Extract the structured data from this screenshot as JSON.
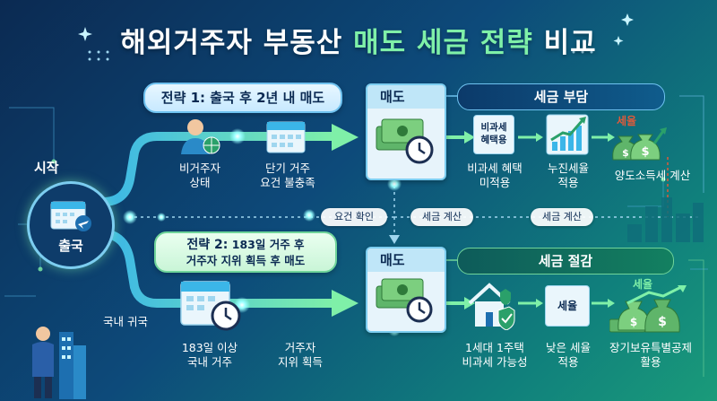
{
  "title": {
    "part1": "해외거주자 부동산",
    "part2": "매도 세금 전략",
    "part3": "비교"
  },
  "start": {
    "label": "시작",
    "depart": "출국"
  },
  "return_label": "국내 귀국",
  "strategy1": {
    "pill": "전략 1: 출국 후 2년 내 매도",
    "step1": {
      "line1": "비거주자",
      "line2": "상태"
    },
    "step2": {
      "line1": "단기 거주",
      "line2": "요건 불충족"
    },
    "sale_label": "매도",
    "result_header": "세금 부담",
    "r1": {
      "icon_line1": "비과세",
      "icon_line2": "혜택용",
      "line1": "비과세 혜택",
      "line2": "미적용"
    },
    "r2": {
      "line1": "누진세율",
      "line2": "적용"
    },
    "r3": {
      "tag": "세율",
      "line1": "양도소득세 계산"
    }
  },
  "strategy2": {
    "pill_line1": "전략 2:",
    "pill_line1b": "183일 거주 후",
    "pill_line2": "거주자 지위 획득 후 매도",
    "step1": {
      "line1": "183일 이상",
      "line2": "국내 거주"
    },
    "step2": {
      "line1": "거주자",
      "line2": "지위 획득"
    },
    "sale_label": "매도",
    "result_header": "세금 절감",
    "r1": {
      "line1": "1세대 1주택",
      "line2": "비과세 가능성"
    },
    "r2": {
      "tag": "세율",
      "line1": "낮은 세율",
      "line2": "적용"
    },
    "r3": {
      "tag": "세율",
      "line1": "장기보유특별공제",
      "line2": "활용"
    }
  },
  "connectors": {
    "check": "요건 확인",
    "calc1": "세금 계산",
    "calc2": "세금 계산"
  },
  "colors": {
    "accent_green": "#7ff0a8",
    "accent_blue": "#6fc2f0",
    "tax_red": "#e05a3a"
  }
}
